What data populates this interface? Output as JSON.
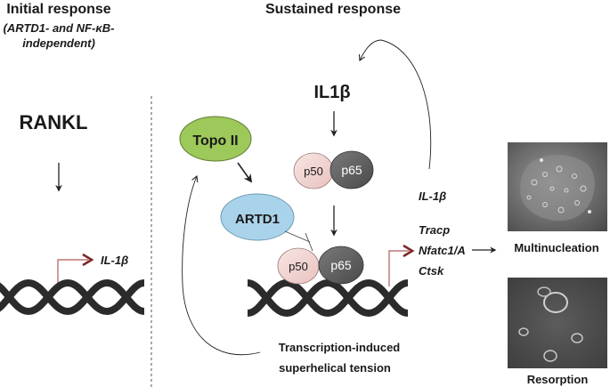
{
  "left_panel": {
    "title": "Initial response",
    "subtitle_line1": "(ARTD1- and NF-κB-",
    "subtitle_line2": "independent)",
    "stimulus": "RANKL",
    "target_gene": "IL-1β"
  },
  "right_panel": {
    "title": "Sustained response",
    "stimulus": "IL1β",
    "topo": "Topo II",
    "artd1": "ARTD1",
    "p50": "p50",
    "p65": "p65",
    "genes": [
      "IL-1β",
      "Tracp",
      "Nfatc1/A",
      "Ctsk"
    ],
    "tension_line1": "Transcription-induced",
    "tension_line2": "superhelical tension"
  },
  "outcomes": {
    "multinucleation": "Multinucleation",
    "resorption": "Resorption"
  },
  "colors": {
    "topo_fill": "#9dc85a",
    "artd1_fill": "#a9d3ea",
    "p50_fill": "#f3d8d6",
    "p65_fill": "#5b5b5b",
    "promoter_arrow": "#b15a5a",
    "dna": "#2b2b2b"
  }
}
